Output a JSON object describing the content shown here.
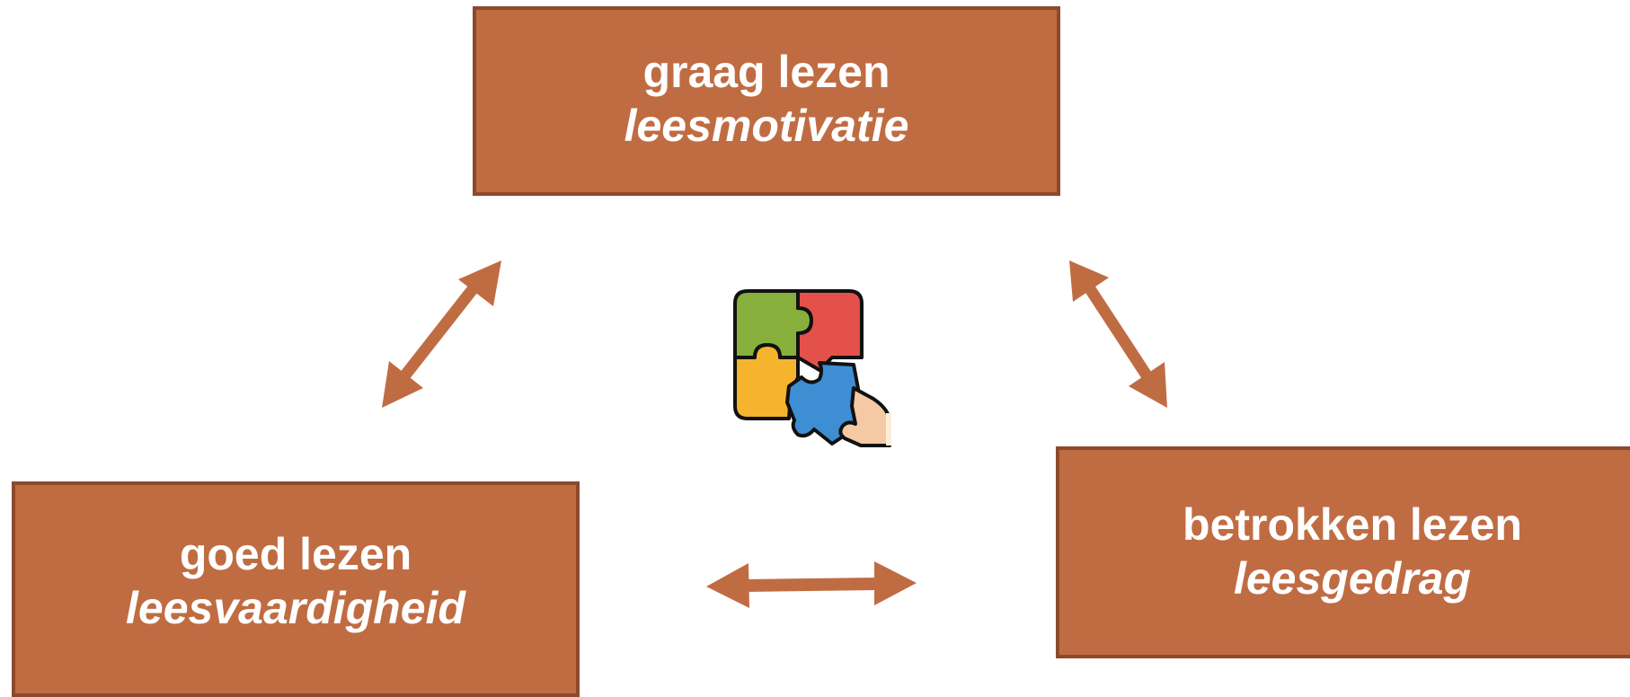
{
  "colors": {
    "box_fill": "#c06c43",
    "box_border": "#8c4a2b",
    "arrow": "#c06c43",
    "text": "#ffffff"
  },
  "boxes": {
    "top": {
      "title": "graag lezen",
      "subtitle": "leesmotivatie"
    },
    "left": {
      "title": "goed lezen",
      "subtitle": "leesvaardigheid"
    },
    "right": {
      "title": "betrokken lezen",
      "subtitle": "leesgedrag"
    }
  },
  "center_icon": "puzzle-hand-icon",
  "connectors": [
    "double-arrow",
    "double-arrow",
    "double-arrow"
  ]
}
